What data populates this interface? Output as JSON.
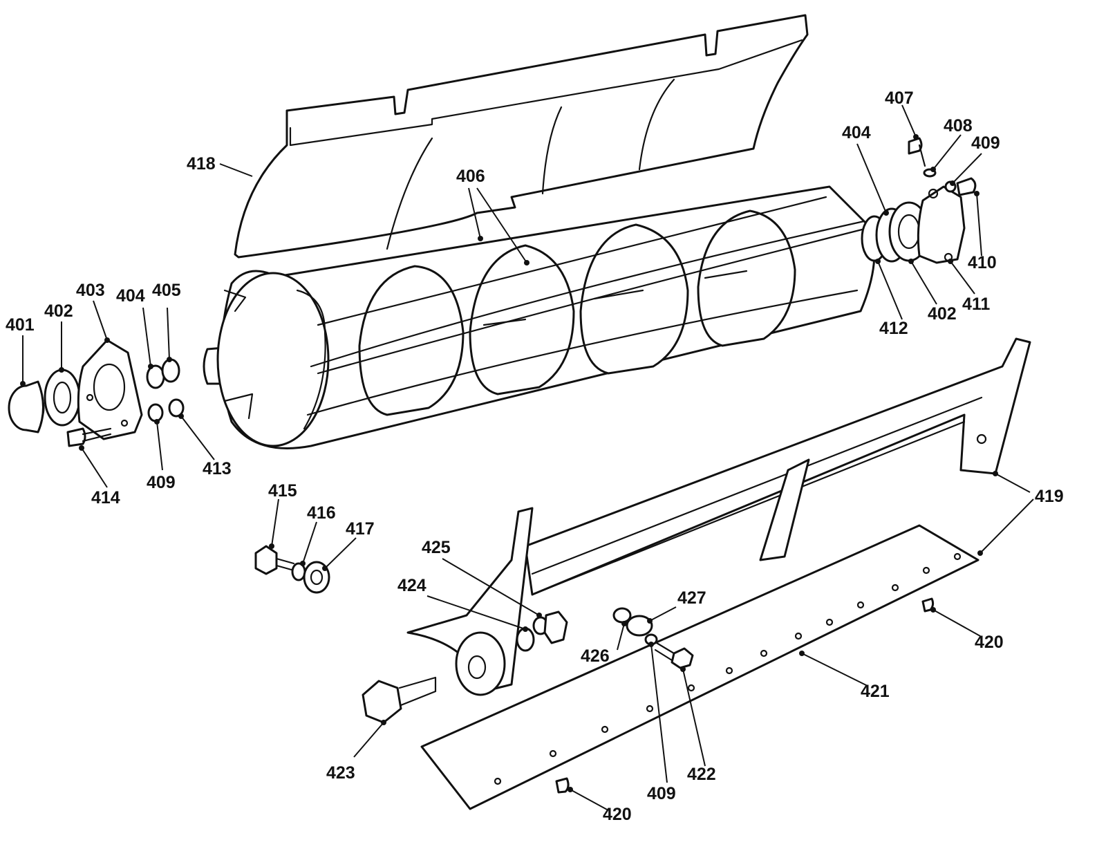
{
  "labels": {
    "p401": "401",
    "p402_left": "402",
    "p403": "403",
    "p404_left": "404",
    "p405": "405",
    "p406": "406",
    "p418": "418",
    "p404_right": "404",
    "p407": "407",
    "p408": "408",
    "p409_top": "409",
    "p410": "410",
    "p411": "411",
    "p402_right": "402",
    "p412": "412",
    "p409_left": "409",
    "p413": "413",
    "p414": "414",
    "p415": "415",
    "p416": "416",
    "p417": "417",
    "p419": "419",
    "p425": "425",
    "p424": "424",
    "p427": "427",
    "p426": "426",
    "p420_right": "420",
    "p421": "421",
    "p423": "423",
    "p409_bottom": "409",
    "p422": "422",
    "p420_bottom": "420"
  }
}
